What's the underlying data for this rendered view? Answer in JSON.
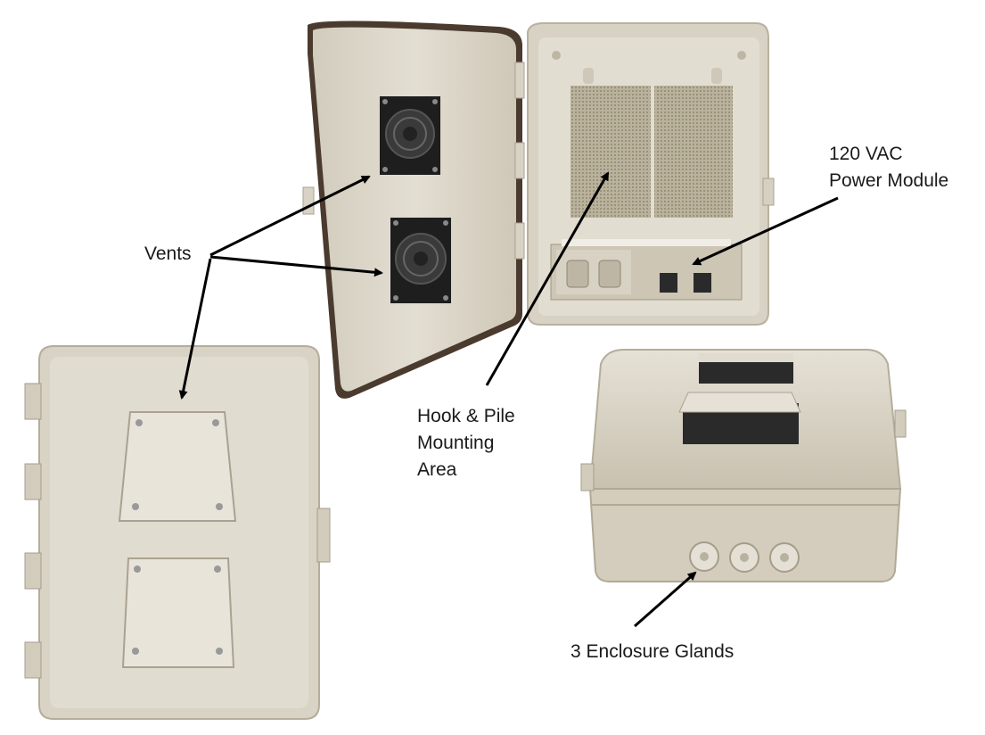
{
  "labels": {
    "vents": "Vents",
    "power_module": [
      "120 VAC",
      "Power Module"
    ],
    "hook_pile": [
      "Hook & Pile",
      "Mounting",
      "Area"
    ],
    "glands": "3 Enclosure Glands"
  },
  "colors": {
    "enclosure": "#dcd6c8",
    "enclosure_shade": "#c9c2b2",
    "gasket": "#5a4a3a",
    "fan_black": "#1e1e1e",
    "mesh": "#a8a08a",
    "arrow": "#000000",
    "text": "#1a1a1a"
  }
}
